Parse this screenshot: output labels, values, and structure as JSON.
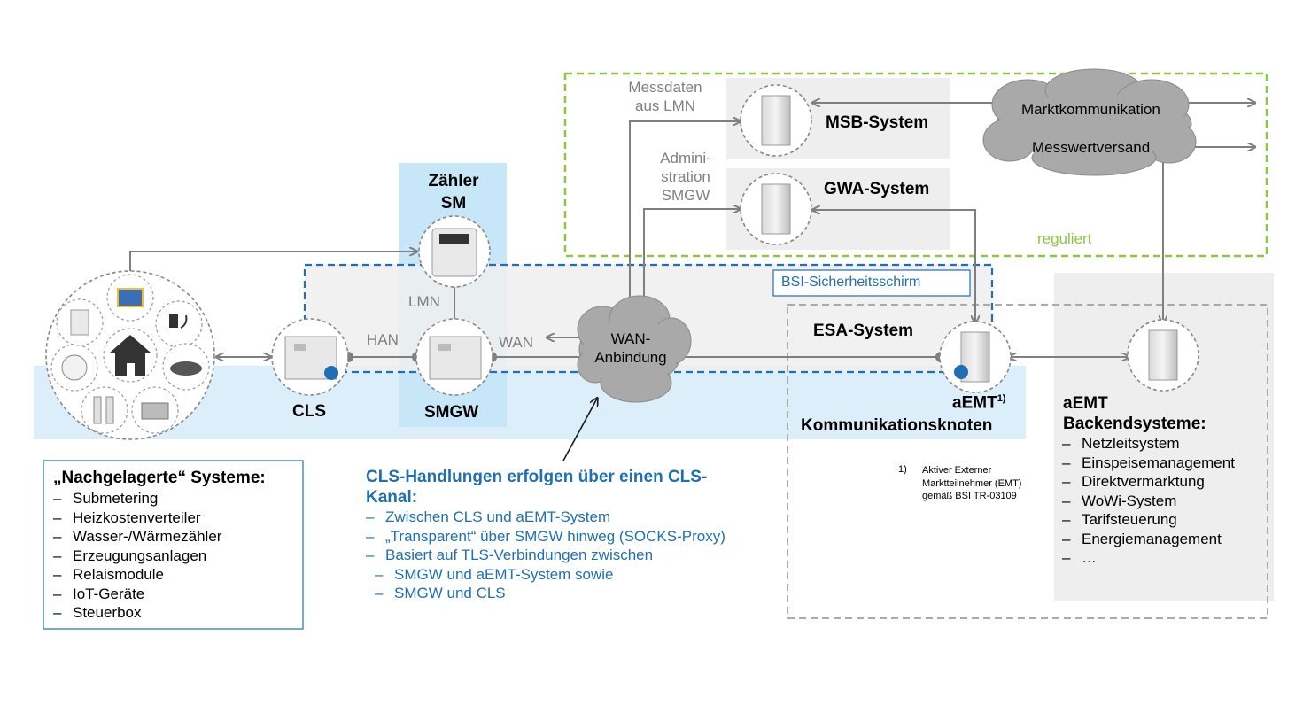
{
  "zaehler": {
    "line1": "Zähler",
    "line2": "SM"
  },
  "labels": {
    "lmn": "LMN",
    "han": "HAN",
    "wan": "WAN",
    "cls": "CLS",
    "smgw": "SMGW",
    "wan_cloud_1": "WAN-",
    "wan_cloud_2": "Anbindung",
    "messdaten_1": "Messdaten",
    "messdaten_2": "aus LMN",
    "admin_1": "Admini-",
    "admin_2": "stration",
    "admin_3": "SMGW",
    "msb_system": "MSB-System",
    "gwa_system": "GWA-System",
    "marktkommunikation": "Marktkommunikation",
    "messwertversand": "Messwertversand",
    "reguliert": "reguliert",
    "bsi_schirm": "BSI-Sicherheitsschirm",
    "esa_system": "ESA-System",
    "aemt": "aEMT",
    "aemt_sup": "1)",
    "kommunikationsknoten": "Kommunikationsknoten"
  },
  "footnote": {
    "num": "1)",
    "line1": "Aktiver Externer",
    "line2": "Marktteilnehmer (EMT)",
    "line3": "gemäß BSI TR-03109"
  },
  "nachgelagerte": {
    "title": "„Nachgelagerte“ Systeme:",
    "items": [
      "Submetering",
      "Heizkostenverteiler",
      "Wasser-/Wärmezähler",
      "Erzeugungsanlagen",
      "Relaismodule",
      "IoT-Geräte",
      "Steuerbox"
    ]
  },
  "cls_box": {
    "title_1": "CLS-Handlungen erfolgen über einen CLS-",
    "title_2": "Kanal:",
    "items": [
      {
        "text": "Zwischen CLS und aEMT-System",
        "level": 1
      },
      {
        "text": "„Transparent“ über SMGW hinweg (SOCKS-Proxy)",
        "level": 1
      },
      {
        "text": "Basiert auf TLS-Verbindungen zwischen",
        "level": 1
      },
      {
        "text": "SMGW und aEMT-System sowie",
        "level": 2
      },
      {
        "text": "SMGW und CLS",
        "level": 2
      }
    ]
  },
  "backend": {
    "title_1": "aEMT",
    "title_2": "Backendsysteme:",
    "items": [
      "Netzleitsystem",
      "Einspeisemanagement",
      "Direktvermarktung",
      "WoWi-System",
      "Tarifsteuerung",
      "Energiemanagement",
      "…"
    ]
  },
  "dash_char": "–",
  "colors": {
    "light_blue": "#dbeef9",
    "zaehler_blue": "#c7e6f7",
    "gray_box": "#eeeeee",
    "bsi_blue": "#1f6fb2",
    "green_dash": "#8dc63f",
    "arrow_gray": "#7f7f7f",
    "cloud": "#a9a9a9",
    "text_blue": "#1f6fb2"
  }
}
